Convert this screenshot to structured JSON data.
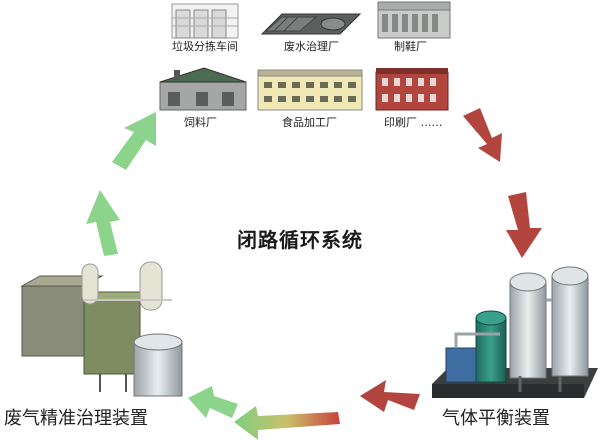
{
  "title": "闭路循环系统",
  "factories": [
    {
      "label": "垃圾分拣车间"
    },
    {
      "label": "废水治理厂"
    },
    {
      "label": "制鞋厂"
    },
    {
      "label": "饲料厂"
    },
    {
      "label": "食品加工厂"
    },
    {
      "label": "印刷厂 ……"
    }
  ],
  "devices": {
    "gas_balance": "气体平衡装置",
    "waste_gas": "废气精准治理装置"
  },
  "colors": {
    "arrow_red": "#b3453f",
    "arrow_green": "#8cd38c"
  }
}
